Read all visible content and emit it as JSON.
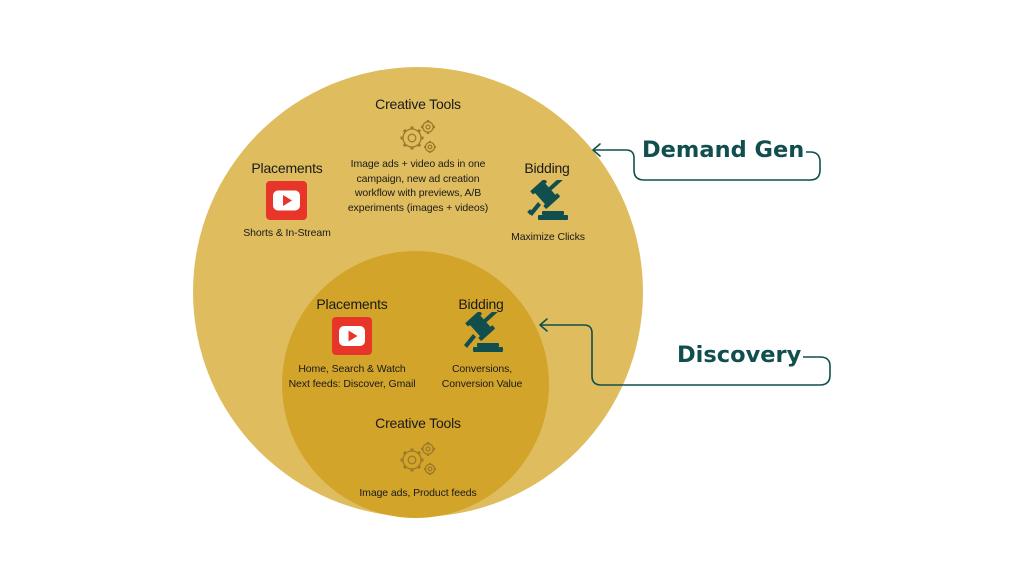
{
  "colors": {
    "outer_circle": "#dfbd5e",
    "inner_circle": "#d3a42a",
    "callout": "#114f4f",
    "youtube_red": "#e8352a",
    "gavel": "#114f4f",
    "gear": "#9c7a2c"
  },
  "demand_gen": {
    "label": "Demand Gen",
    "creative_tools": {
      "title": "Creative Tools",
      "lines": [
        "Image ads + video ads in one",
        "campaign, new ad creation",
        "workflow with previews, A/B",
        "experiments (images + videos)"
      ],
      "icon": "gears-icon"
    },
    "placements": {
      "title": "Placements",
      "text": "Shorts & In-Stream",
      "icon": "youtube-icon"
    },
    "bidding": {
      "title": "Bidding",
      "text": "Maximize Clicks",
      "icon": "gavel-icon"
    }
  },
  "discovery": {
    "label": "Discovery",
    "placements": {
      "title": "Placements",
      "lines": [
        "Home, Search & Watch",
        "Next feeds: Discover, Gmail"
      ],
      "icon": "youtube-icon"
    },
    "bidding": {
      "title": "Bidding",
      "lines": [
        "Conversions,",
        "Conversion Value"
      ],
      "icon": "gavel-icon"
    },
    "creative_tools": {
      "title": "Creative Tools",
      "text": "Image ads, Product feeds",
      "icon": "gears-icon"
    }
  }
}
